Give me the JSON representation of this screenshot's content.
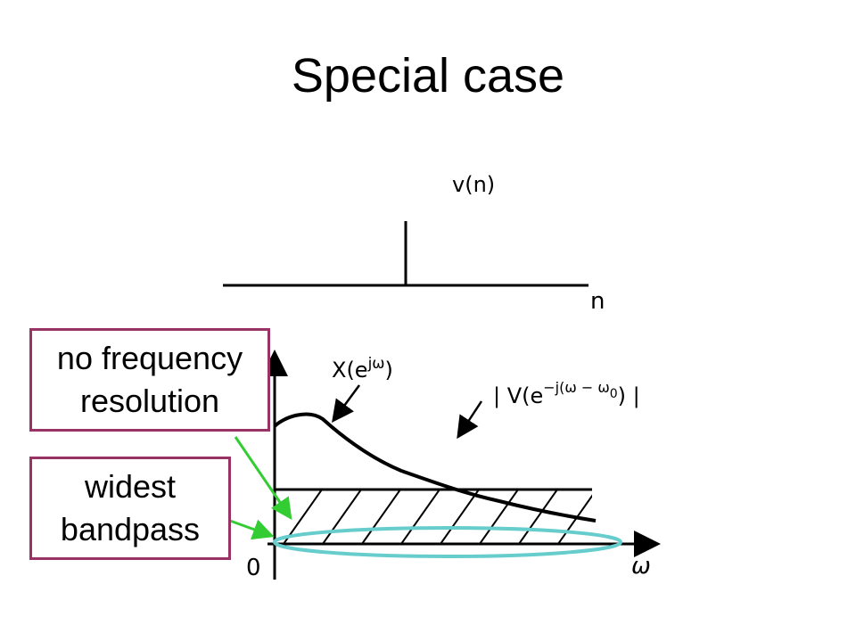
{
  "title": "Special case",
  "top_plot": {
    "function_label": "v(n)",
    "axis_label": "n"
  },
  "bottom_plot": {
    "spectrum_label_base": "X(e",
    "spectrum_label_exp": "jω",
    "spectrum_label_end": ")",
    "window_label_base": "| V(e",
    "window_label_exp": "−j(ω − ω",
    "window_label_sub": "0",
    "window_label_end": ") |",
    "origin_label": "0",
    "axis_label": "ω"
  },
  "callouts": [
    {
      "lines": [
        "no frequency",
        "resolution"
      ]
    },
    {
      "lines": [
        "widest",
        "bandpass"
      ]
    }
  ],
  "colors": {
    "callout_border": "#993366",
    "arrow": "#33cc33",
    "ellipse": "#66cccc"
  }
}
